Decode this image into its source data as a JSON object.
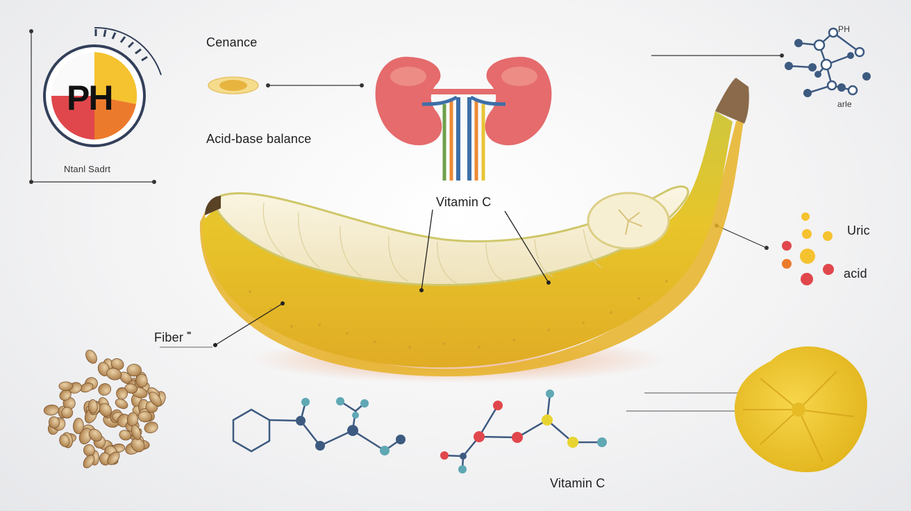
{
  "labels": {
    "ph": "PH",
    "ph_caption": "Ntanl Sadrt",
    "cenance": "Cenance",
    "acid_base": "Acid-base balance",
    "vitamin_c_top": "Vitamin C",
    "vitamin_c_bottom": "Vitamin C",
    "fiber": "Fiber ˭",
    "uric": "Uric",
    "acid": "acid",
    "molecule_top": "PH",
    "molecule_caption": "arle"
  },
  "colors": {
    "banana_yellow": "#e6c22a",
    "banana_green": "#b9b733",
    "kidney_pink": "#e56b6c",
    "ph_red": "#e0474c",
    "ph_yellow": "#f5c230",
    "ph_orange": "#ec7a2c",
    "molecule_blue": "#3d5a80",
    "molecule_teal": "#5fa8b4"
  },
  "icons": [
    "ph-gauge-icon",
    "kidney-icon",
    "banana-icon",
    "nuts-icon",
    "pineapple-icon",
    "molecule-icon",
    "uric-acid-dots-icon",
    "seed-icon"
  ]
}
